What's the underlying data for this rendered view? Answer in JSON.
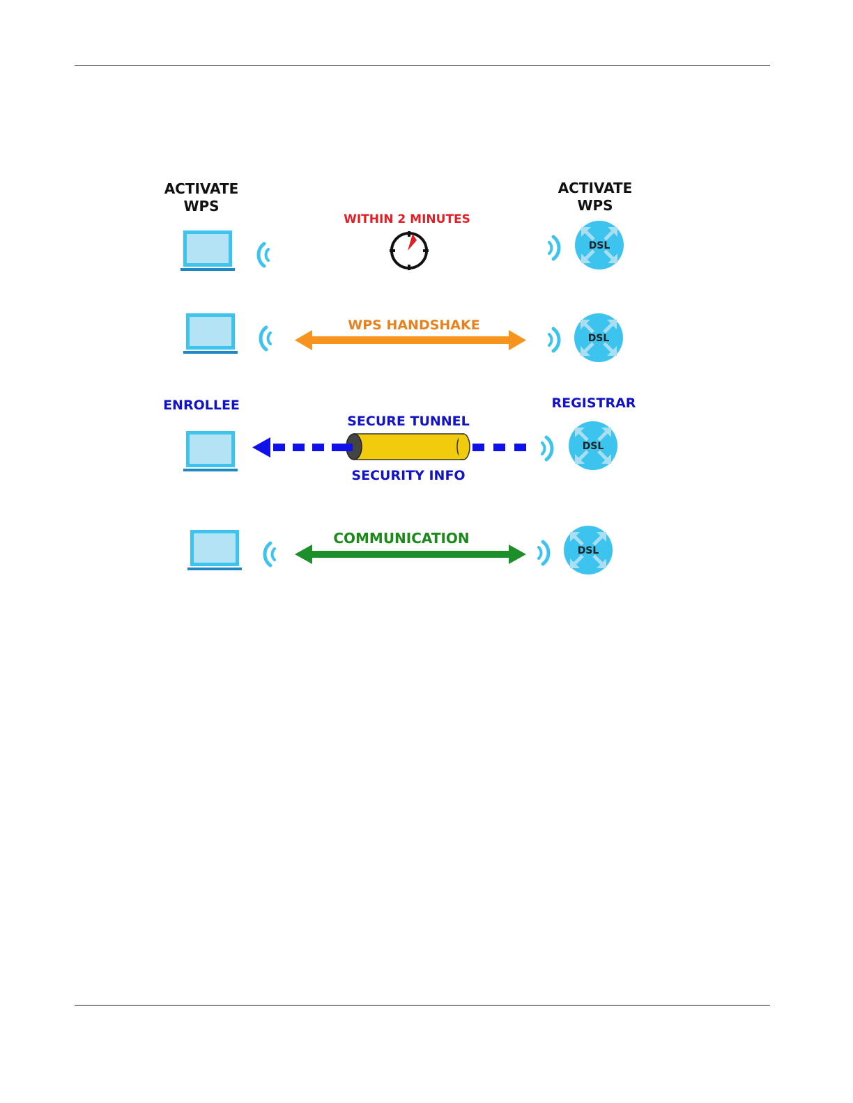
{
  "diagram": {
    "step1": {
      "client_label_line1": "ACTIVATE",
      "client_label_line2": "WPS",
      "ap_label_line1": "ACTIVATE",
      "ap_label_line2": "WPS",
      "timer_label": "WITHIN 2 MINUTES"
    },
    "step2": {
      "link_label": "WPS HANDSHAKE"
    },
    "step3": {
      "client_role": "ENROLLEE",
      "ap_role": "REGISTRAR",
      "tunnel_label": "SECURE TUNNEL",
      "payload_label": "SECURITY INFO"
    },
    "step4": {
      "link_label": "COMMUNICATION"
    },
    "ap_badge": "DSL"
  },
  "colors": {
    "device": "#3cc3ee",
    "wave": "#3cc3ee",
    "handshake": "#f7941d",
    "tunnel_arrow": "#1010e8",
    "tunnel": "#f2cc0c",
    "communication": "#1d8f2a",
    "timer_hand": "#e31e24"
  }
}
